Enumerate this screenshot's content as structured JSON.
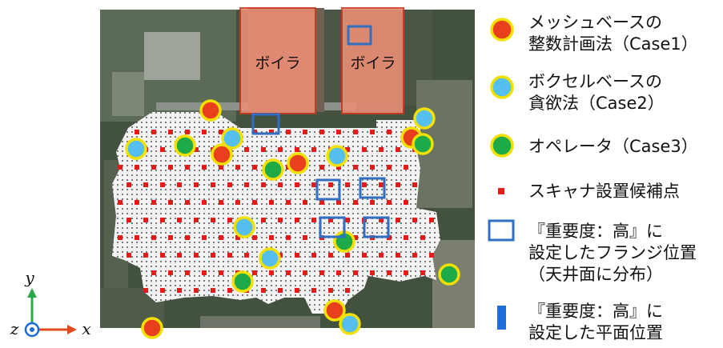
{
  "boiler_labels": [
    "ボイラ",
    "ボイラ"
  ],
  "axes": {
    "y": "y",
    "z": "z",
    "x": "x"
  },
  "legend": {
    "mesh_line1": "メッシュベースの",
    "mesh_line2": "整数計画法（Case1）",
    "voxel_line1": "ボクセルベースの",
    "voxel_line2": "貪欲法（Case2）",
    "operator": "オペレータ（Case3）",
    "candidate": "スキャナ設置候補点",
    "flange_line1": "『重要度：高』に",
    "flange_line2": "設定したフランジ位置",
    "flange_line3": "（天井面に分布）",
    "plane_line1": "『重要度：高』に",
    "plane_line2": "設定した平面位置"
  },
  "colors": {
    "mesh": "#e8401c",
    "voxel": "#55bff0",
    "operator": "#1faa4a",
    "ring": "#f2e100",
    "candidate": "#e21b1b",
    "flange": "#2f6fc4",
    "plane": "#1e6fd9",
    "boiler": "#ef8f78",
    "boiler_border": "#cc3a1f",
    "axis_x": "#e34a1f",
    "axis_y": "#2aa84a",
    "axis_z": "#1c6cd6"
  }
}
